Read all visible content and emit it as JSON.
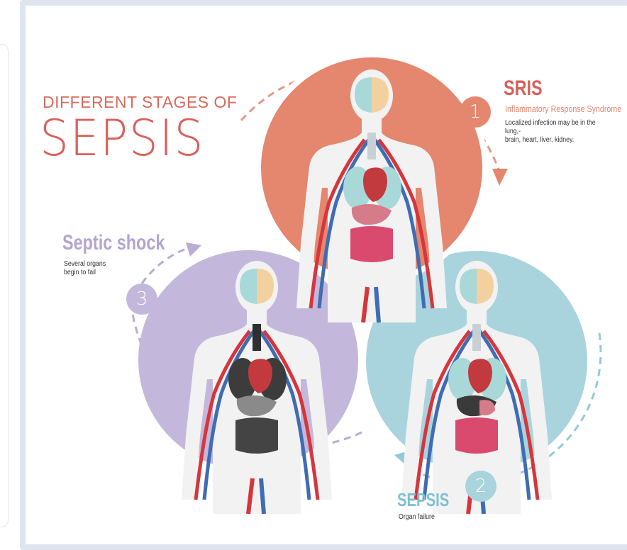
{
  "header": {
    "pre_title": "DIFFERENT STAGES OF",
    "main_title": "SEPSIS"
  },
  "stages": [
    {
      "number": "1",
      "title": "SRIS",
      "subtitle": "Inflammatory Response Syndrome",
      "description_line1": "Localized infection may be in the lung,-",
      "description_line2": "brain, heart, liver, kidney.",
      "color": "#e4876e"
    },
    {
      "number": "2",
      "title": "SEPSIS",
      "description_line1": "Organ failure",
      "color": "#a9d4dd"
    },
    {
      "number": "3",
      "title": "Septic shock",
      "description_line1": "Several organs",
      "description_line2": "begin to fail",
      "color": "#c3b8dc"
    }
  ],
  "colors": {
    "accent_red": "#d9605a",
    "sris_orange": "#e4876e",
    "sepsis_teal": "#a9d4dd",
    "shock_purple": "#c3b8dc",
    "artery": "#d6363b",
    "vein": "#3f6cb3"
  }
}
